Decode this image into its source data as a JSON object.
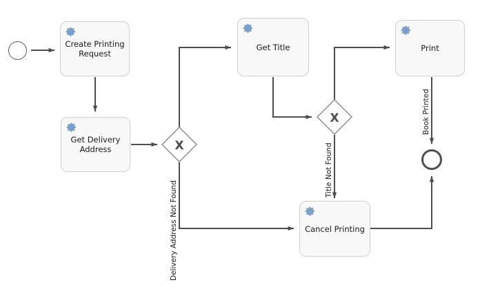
{
  "diagram": {
    "type": "bpmn-process",
    "background_color": "#ffffff",
    "task_fill": "#f8f8f8",
    "task_stroke": "#d0d0d0",
    "edge_color": "#4d4d4d",
    "gear_color": "#7a9fc9",
    "gateway_symbol": "X"
  },
  "nodes": {
    "start_event": {
      "name": "start-event",
      "label": ""
    },
    "create_printing_request": {
      "label": "Create Printing\nRequest",
      "icon": "gear-icon"
    },
    "get_delivery_address": {
      "label": "Get Delivery\nAddress",
      "icon": "gear-icon"
    },
    "get_title": {
      "label": "Get Title",
      "icon": "gear-icon"
    },
    "print": {
      "label": "Print",
      "icon": "gear-icon"
    },
    "cancel_printing": {
      "label": "Cancel Printing",
      "icon": "gear-icon"
    },
    "gateway_delivery": {
      "symbol": "X"
    },
    "gateway_title": {
      "symbol": "X"
    },
    "end_event": {
      "label": ""
    }
  },
  "edges": {
    "delivery_address_not_found": {
      "label": "Delivery Address Not Found"
    },
    "title_not_found": {
      "label": "Title Not Found"
    },
    "book_printed": {
      "label": "Book Printed"
    }
  }
}
